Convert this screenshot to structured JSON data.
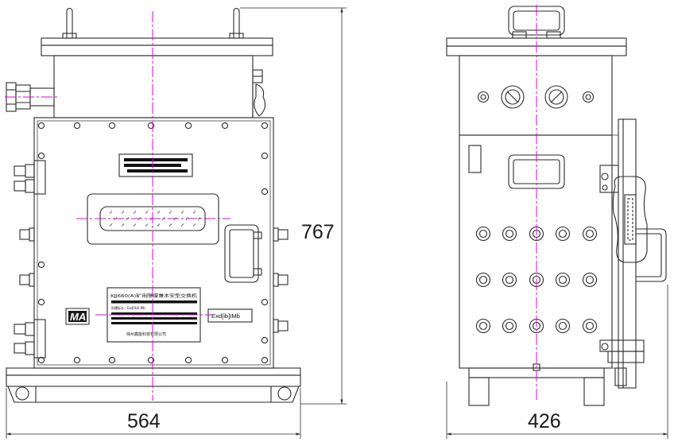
{
  "drawing": {
    "front_view": {
      "nameplate": {
        "title": "KJJ660(A)矿用隔爆兼本安型交换机",
        "marking": "防爆标志：Exd[ib]I Mb",
        "maker": "徐州鑫能科技有限公司"
      },
      "ex_label": "Exd[ib]IMb",
      "ma_logo": "MA"
    },
    "dimensions": {
      "height": "767",
      "front_width": "564",
      "side_width": "426"
    },
    "colors": {
      "line": "#2a2a2a",
      "centerline": "#e000e0"
    }
  }
}
